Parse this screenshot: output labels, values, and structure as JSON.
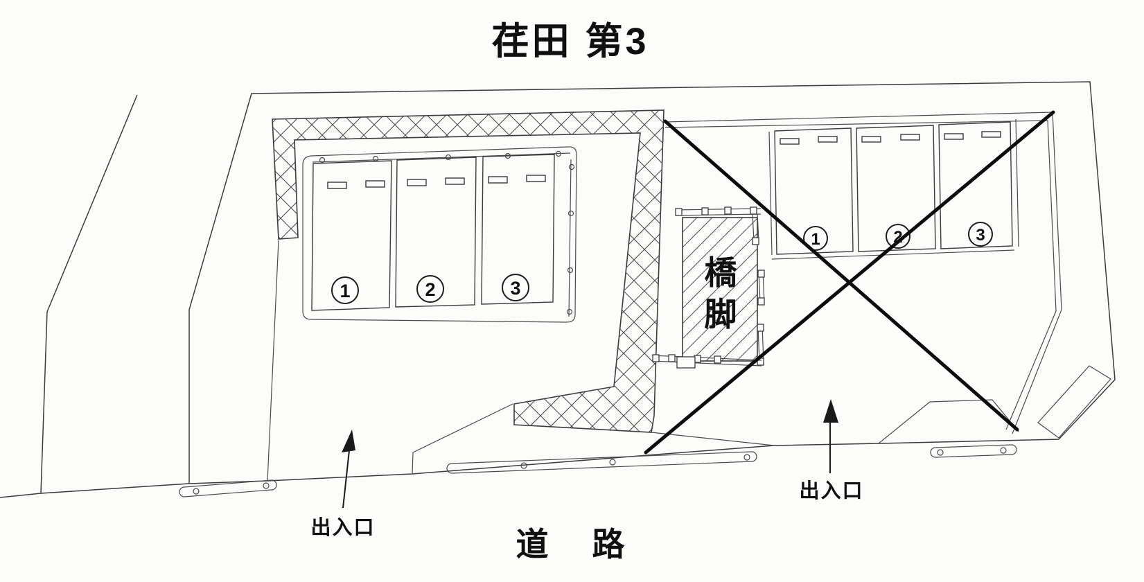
{
  "title": "荏田 第3",
  "road_label": "道　路",
  "pier": {
    "label": "橋脚",
    "chars": [
      "橋",
      "脚"
    ]
  },
  "entrances": {
    "left_label": "出入口",
    "right_label": "出入口"
  },
  "left_area": {
    "spaces": [
      "1",
      "2",
      "3"
    ]
  },
  "right_area": {
    "spaces": [
      "1",
      "2",
      "3"
    ],
    "crossed_out": true
  },
  "colors": {
    "background": "#fcfcfb",
    "line": "#3b3b3b",
    "emphasis": "#101010"
  }
}
